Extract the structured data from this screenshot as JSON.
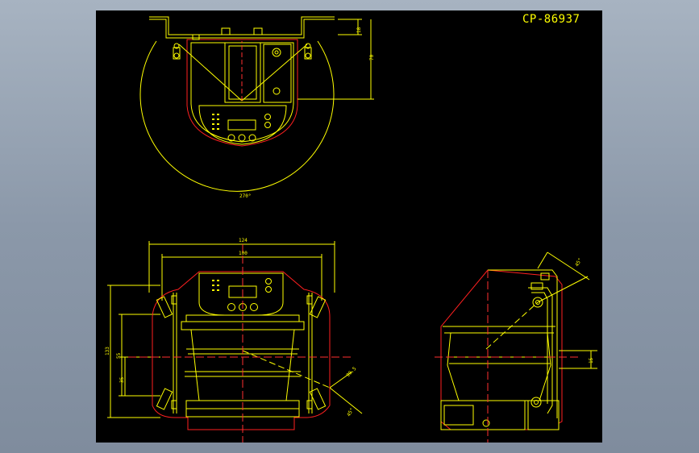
{
  "drawing": {
    "code": "CP-86937",
    "colors": {
      "background": "#000000",
      "line": "#ffff00",
      "outline": "#ff2020",
      "centerline": "#ff3030",
      "frame": "#8a97a8"
    },
    "dimensions": {
      "top_radius": "270°",
      "top_right_a": "18",
      "top_right_b": "70",
      "front_overall": "124",
      "front_inner": "100",
      "front_left_total": "133",
      "front_left_mid": "55",
      "front_left_low": "35",
      "front_angle_a": "90.5",
      "front_angle_b": "45°",
      "side_angle": "45°",
      "side_height": "15"
    }
  }
}
